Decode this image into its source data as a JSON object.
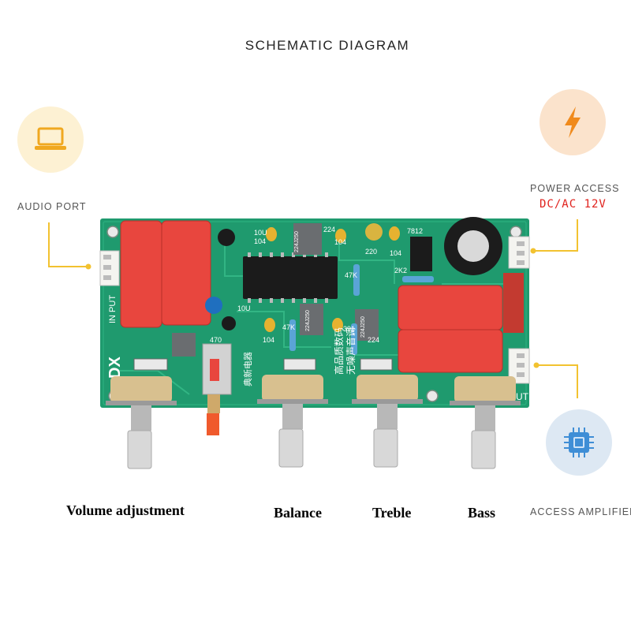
{
  "title": "SCHEMATIC DIAGRAM",
  "callouts": {
    "audio_port": "AUDIO PORT",
    "power_access": "POWER ACCESS",
    "power_spec": "DC/AC 12V",
    "access_amplifier": "ACCESS AMPLIFIER"
  },
  "board": {
    "input_label": "IN PUT",
    "output_label": "UT",
    "brand": "DX",
    "chinese_line1": "高品质数码",
    "chinese_line2": "无噪声音调",
    "chinese_brand": "典新电器",
    "components": [
      "10U",
      "104",
      "220",
      "104",
      "2K2",
      "47K",
      "10U",
      "104",
      "47K",
      "224",
      "391",
      "224",
      "104",
      "7812",
      "224J250",
      "224J250",
      "224J250",
      "470"
    ]
  },
  "knobs": [
    {
      "label": "Volume adjustment"
    },
    {
      "label": "Balance"
    },
    {
      "label": "Treble"
    },
    {
      "label": "Bass"
    }
  ],
  "colors": {
    "pcb": "#1f9a6e",
    "capacitor": "#e8463e",
    "accent_line": "#f2c230",
    "laptop_circle": "#fdf1d3",
    "power_circle": "#fbe3cc",
    "chip_circle": "#dde8f3",
    "power_text": "#e0211c"
  },
  "icons": {
    "audio_port": "laptop-icon",
    "power_access": "lightning-icon",
    "access_amplifier": "chip-icon"
  }
}
